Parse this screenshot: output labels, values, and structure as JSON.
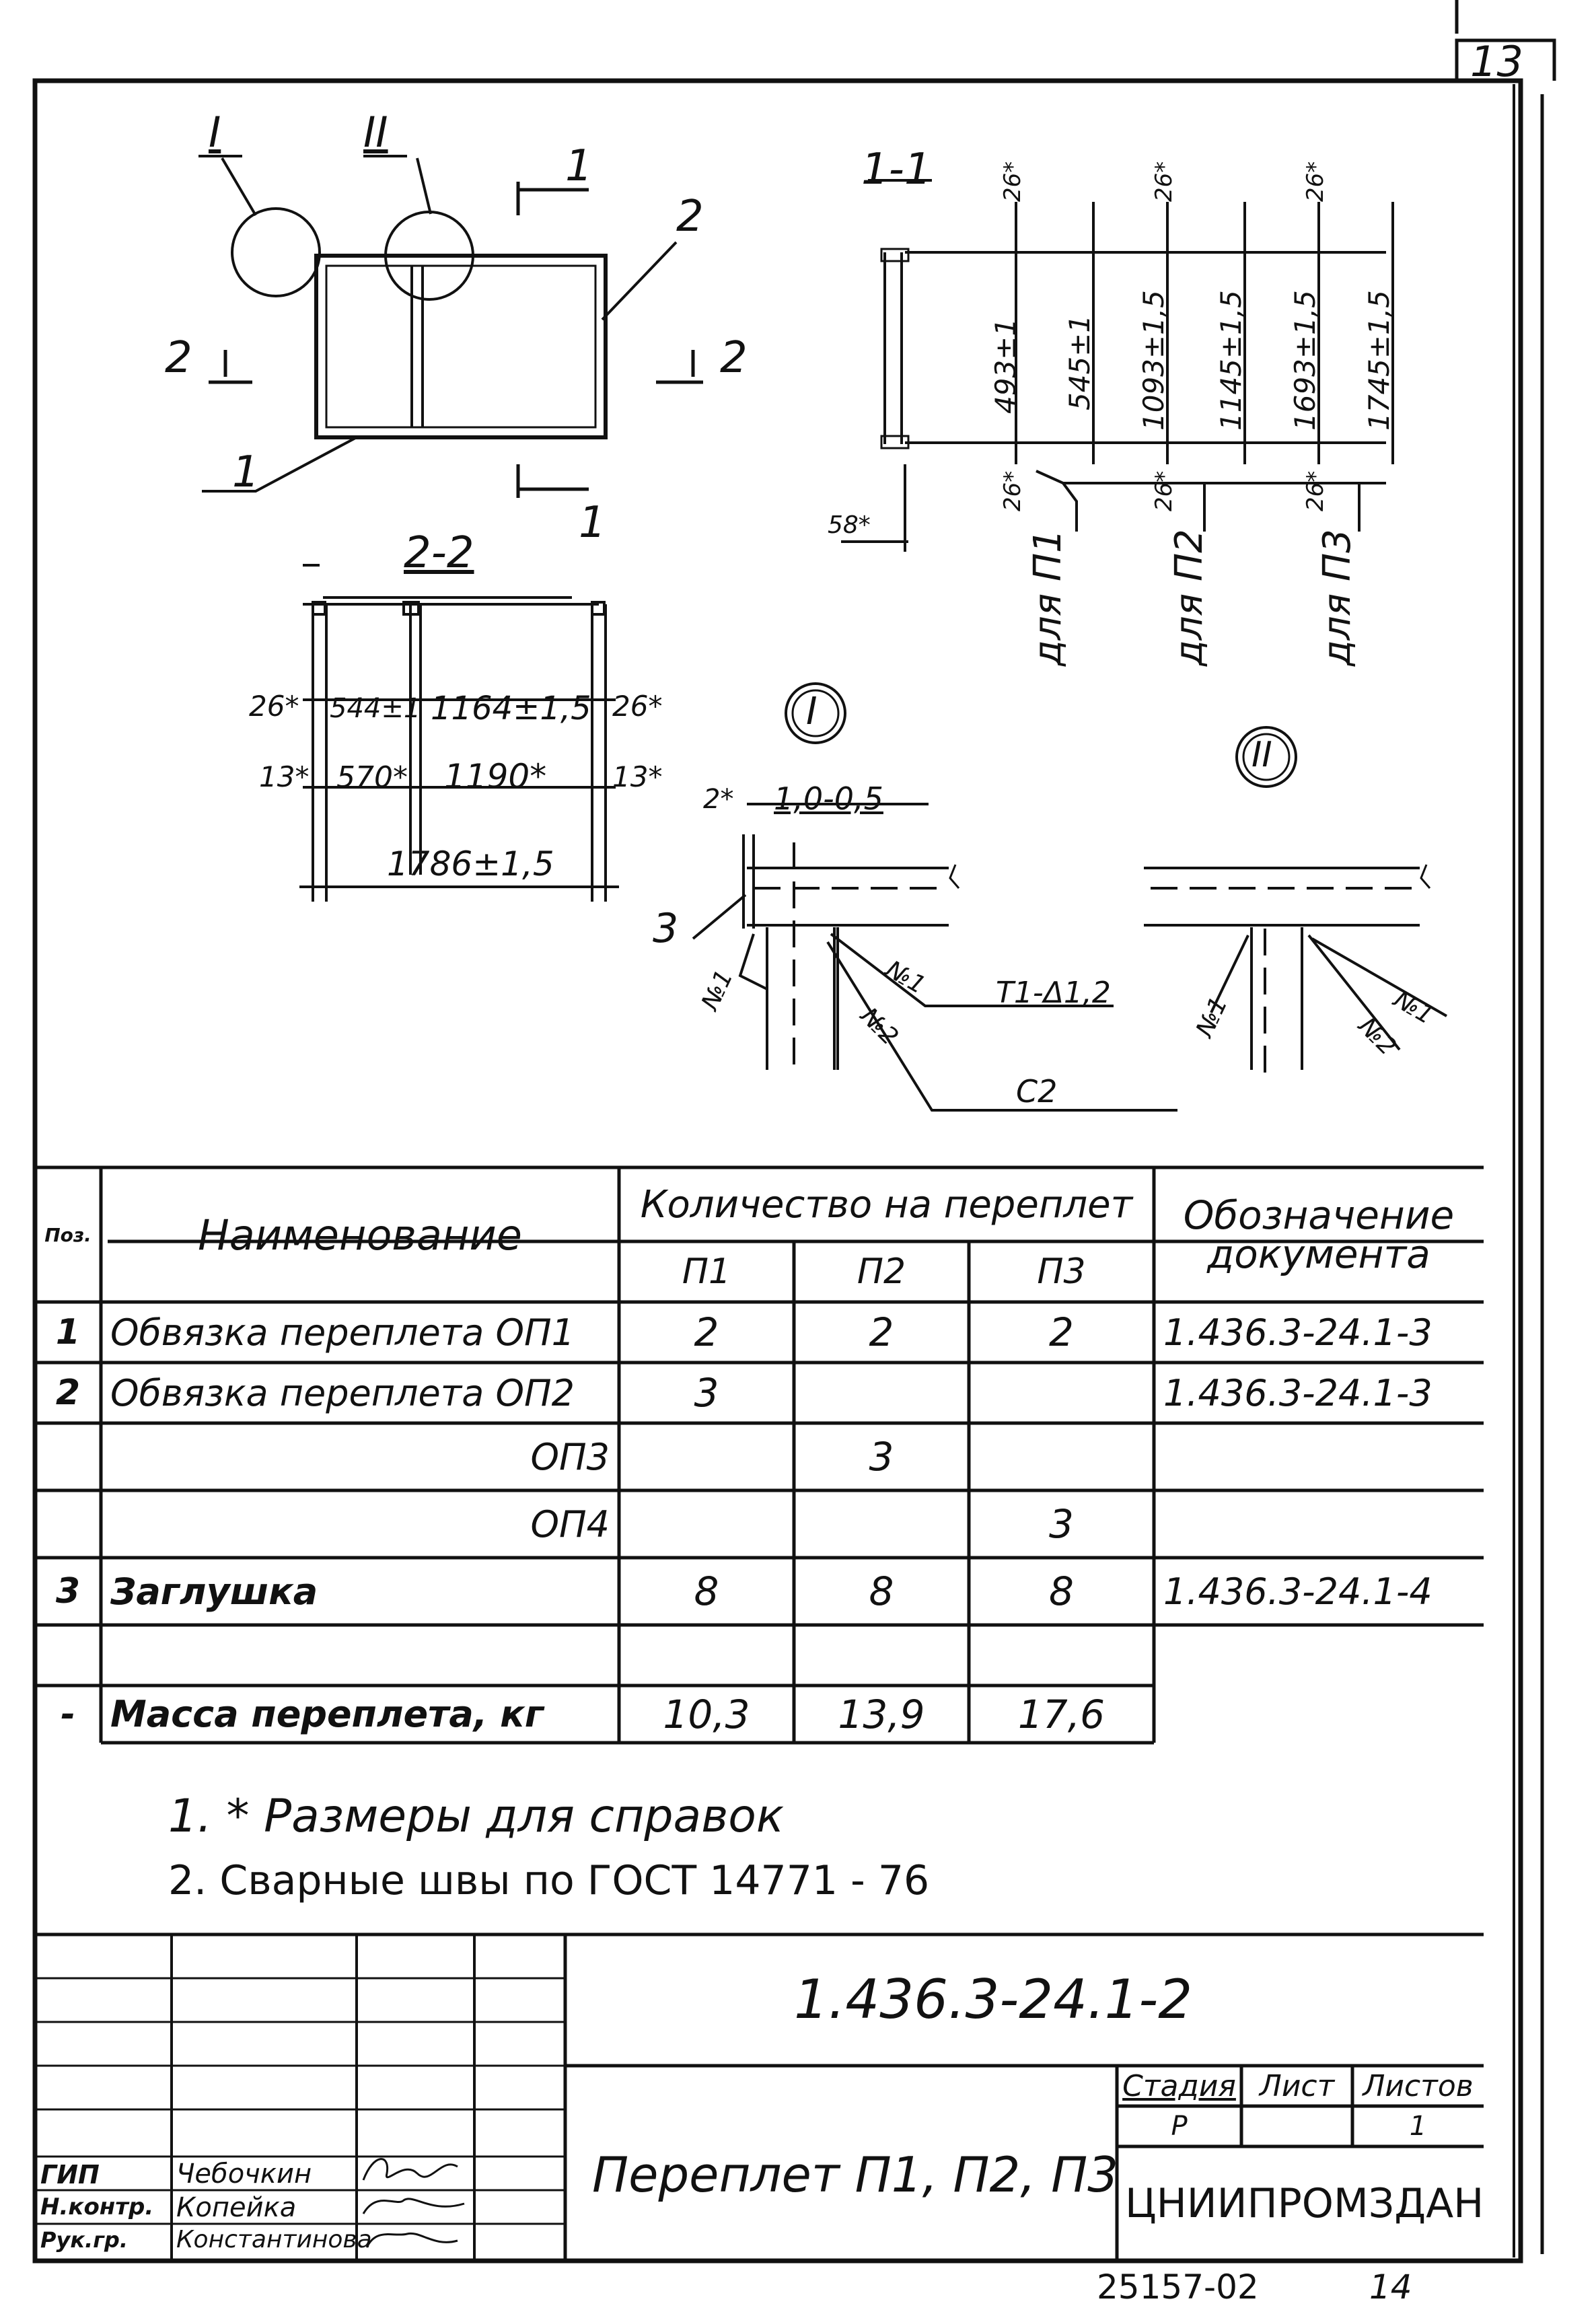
{
  "sheet_number": "13",
  "drawing": {
    "callout_1": "I",
    "callout_2": "II",
    "section_cut_label": "1",
    "view_cut_label": "2",
    "pos_1": "1",
    "pos_2": "2",
    "pos_3": "3",
    "section_1_title": "1-1",
    "section_2_title": "2-2",
    "dims_1_1": {
      "top": [
        "26*",
        "26*",
        "26*"
      ],
      "vertical": [
        "493±1",
        "545±1",
        "1093±1,5",
        "1145±1,5",
        "1693±1,5",
        "1745±1,5"
      ],
      "bottom": [
        "26*",
        "26*",
        "26*"
      ],
      "offset": "58*",
      "for_p1": "для П1",
      "for_p2": "для П2",
      "for_p3": "для П3"
    },
    "dims_2_2": {
      "row1": [
        "26*",
        "544±1",
        "1164±1,5",
        "26*"
      ],
      "row2": [
        "13*",
        "570*",
        "1190*",
        "13*"
      ],
      "total": "1786±1,5"
    },
    "detail_1": {
      "title": "I",
      "dim_small": "2*",
      "dim_gap": "1,0-0,5",
      "weld_1": "№1",
      "weld_1b": "№1",
      "weld_2": "№2",
      "weld_spec": "Т1-Δ1,2",
      "weld_type": "С2"
    },
    "detail_2": {
      "title": "II",
      "weld_1": "№1",
      "weld_1b": "№1",
      "weld_2": "№2"
    }
  },
  "spec_table": {
    "col_pos": "Поз.",
    "col_name": "Наименование",
    "col_qty": "Количество на переплет",
    "col_p1": "П1",
    "col_p2": "П2",
    "col_p3": "П3",
    "col_doc": "Обозначение документа",
    "rows": [
      {
        "pos": "1",
        "name": "Обвязка переплета ОП1",
        "p1": "2",
        "p2": "2",
        "p3": "2",
        "doc": "1.436.3-24.1-3"
      },
      {
        "pos": "2",
        "name": "Обвязка переплета ОП2",
        "p1": "3",
        "p2": "",
        "p3": "",
        "doc": "1.436.3-24.1-3"
      },
      {
        "pos": "",
        "name": "ОП3",
        "p1": "",
        "p2": "3",
        "p3": "",
        "doc": ""
      },
      {
        "pos": "",
        "name": "ОП4",
        "p1": "",
        "p2": "",
        "p3": "3",
        "doc": ""
      },
      {
        "pos": "3",
        "name": "Заглушка",
        "p1": "8",
        "p2": "8",
        "p3": "8",
        "doc": "1.436.3-24.1-4"
      },
      {
        "pos": "",
        "name": "",
        "p1": "",
        "p2": "",
        "p3": "",
        "doc": ""
      },
      {
        "pos": "-",
        "name": "Масса переплета, кг",
        "p1": "10,3",
        "p2": "13,9",
        "p3": "17,6",
        "doc": ""
      }
    ]
  },
  "notes": [
    "1. * Размеры для справок",
    "2. Сварные швы по ГОСТ 14771 - 76"
  ],
  "title_block": {
    "code": "1.436.3-24.1-2",
    "name": "Переплет П1, П2, П3",
    "stage_label": "Стадия",
    "sheet_label": "Лист",
    "sheets_label": "Листов",
    "stage_value": "Р",
    "sheets_value": "1",
    "org": "ЦНИИПРОМЗДАНИЙ",
    "roles": [
      {
        "role": "ГИП",
        "name": "Чебочкин",
        "sign": "подпись"
      },
      {
        "role": "Н.контр.",
        "name": "Копейка",
        "sign": "подпись"
      },
      {
        "role": "Рук.гр.",
        "name": "Константинова",
        "sign": "подпись"
      }
    ]
  },
  "footer": {
    "archive_number": "25157-02",
    "page": "14"
  }
}
